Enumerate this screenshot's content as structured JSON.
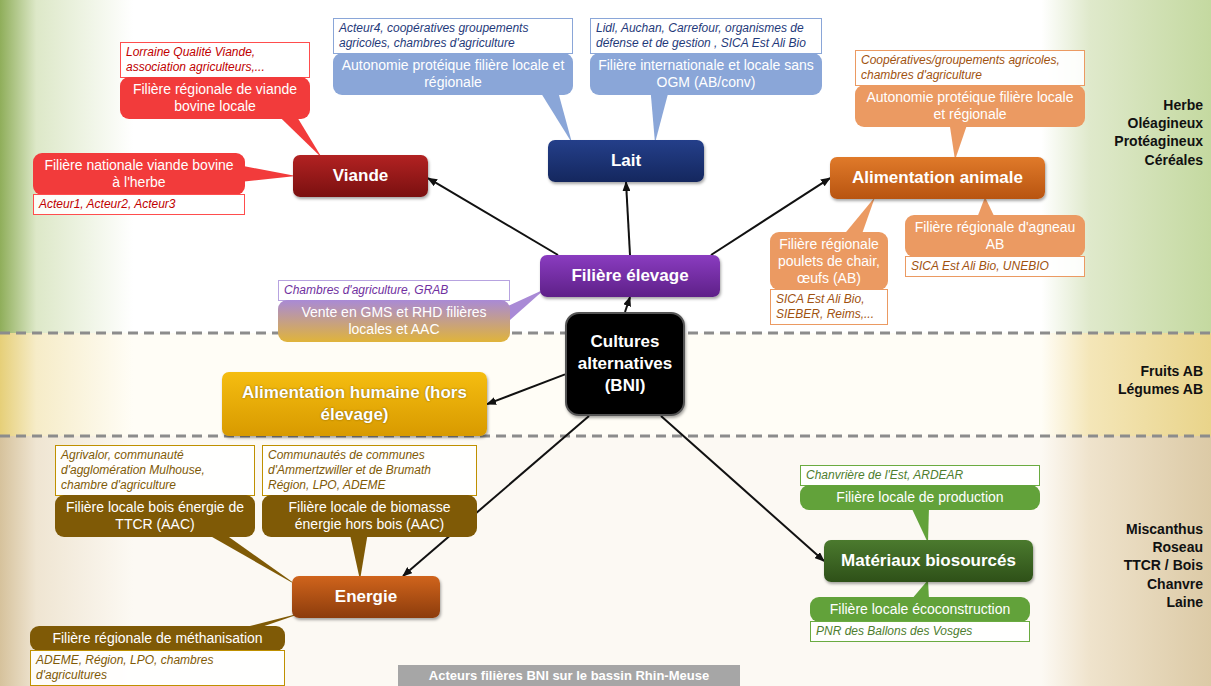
{
  "diagram": {
    "caption": "Acteurs filières BNI sur le bassin Rhin-Meuse",
    "nodes": [
      {
        "text": [
          "Lorraine Qualité Viande, association agriculteurs,...",
          "Filière régionale de viande bovine locale"
        ]
      },
      {
        "text": [
          "Acteur4, coopératives groupements agricoles, chambres d'agriculture",
          "Autonomie protéique filière locale et régionale"
        ]
      },
      {
        "text": [
          "Lidl, Auchan, Carrefour, organismes de défense et de gestion , SICA Est Ali Bio",
          "Filière internationale et locale sans OGM (AB/conv)"
        ]
      },
      {
        "text": [
          "Coopératives/groupements agricoles, chambres d'agriculture",
          "Autonomie protéique filière locale et régionale"
        ]
      },
      {
        "text": [
          "Lait"
        ]
      },
      {
        "text": [
          "Filière nationale viande bovine à l'herbe",
          "Acteur1, Acteur2, Acteur3"
        ]
      },
      {
        "text": [
          "Viande"
        ]
      },
      {
        "text": [
          "Alimentation animale"
        ]
      },
      {
        "text": [
          "Filière régionale d'agneau AB",
          "SICA Est Ali Bio, UNEBIO"
        ]
      },
      {
        "text": [
          "Filière régionale poulets de chair, œufs (AB)",
          "SICA Est Ali Bio, SIEBER, Reims,..."
        ]
      },
      {
        "text": [
          "Filière élevage"
        ]
      },
      {
        "text": [
          "Chambres d'agriculture, GRAB",
          "Vente en GMS et RHD filières locales et AAC"
        ]
      },
      {
        "text": [
          "Cultures alternatives (BNI)"
        ]
      },
      {
        "text": [
          "Alimentation humaine (hors élevage)"
        ]
      },
      {
        "text": [
          "Agrivalor, communauté d'agglomération Mulhouse, chambre d'agriculture",
          "Filière locale bois énergie de TTCR (AAC)"
        ]
      },
      {
        "text": [
          "Communautés de communes d'Ammertzwiller et de Brumath Région, LPO, ADEME",
          "Filière locale de biomasse énergie hors bois (AAC)"
        ]
      },
      {
        "text": [
          "Chanvrière de l'Est, ARDEAR",
          "Filière locale de production"
        ]
      },
      {
        "text": [
          "Matériaux biosourcés"
        ]
      },
      {
        "text": [
          "Energie"
        ]
      },
      {
        "text": [
          "Filière locale écoconstruction",
          "PNR des Ballons des Vosges"
        ]
      },
      {
        "text": [
          "Filière régionale de méthanisation",
          "ADEME, Région, LPO, chambres d'agricultures"
        ]
      }
    ],
    "edges": [
      {
        "from": 10,
        "to": 6,
        "arrow": "to"
      },
      {
        "from": 10,
        "to": 4,
        "arrow": "to"
      },
      {
        "from": 10,
        "to": 7,
        "arrow": "to"
      },
      {
        "from": 12,
        "to": 10,
        "arrow": "to"
      },
      {
        "from": 12,
        "to": 13,
        "arrow": "to"
      },
      {
        "from": 12,
        "to": 18,
        "arrow": "to"
      },
      {
        "from": 12,
        "to": 17,
        "arrow": "to"
      }
    ],
    "labels": [
      "Herbe Oléagineux Protéagineux Céréales",
      "Fruits AB Légumes AB",
      "Miscanthus Roseau TTCR / Bois Chanvre Laine"
    ]
  }
}
